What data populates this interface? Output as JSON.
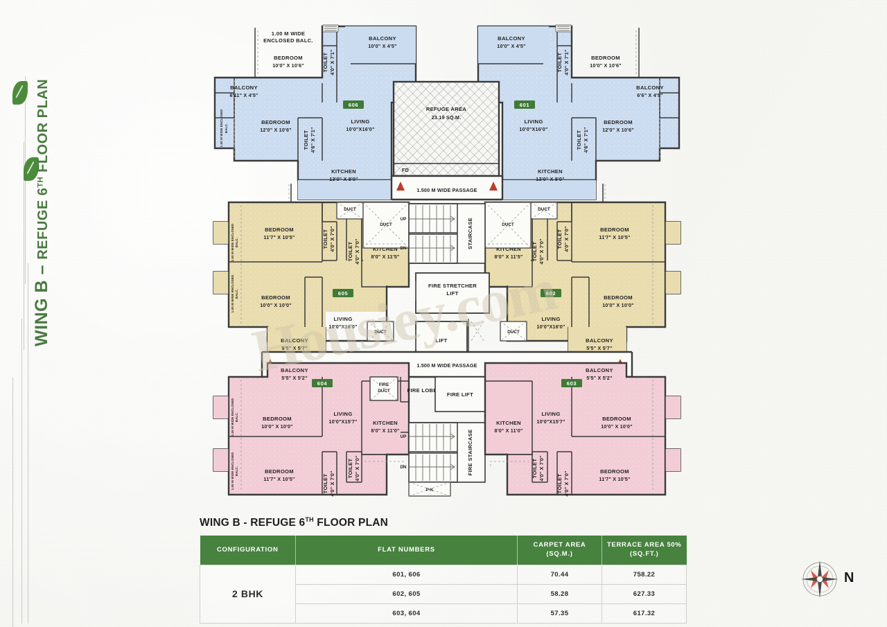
{
  "page": {
    "wing_title_main": "WING B",
    "wing_title_dash": " – ",
    "wing_title_sub_pre": "REFUGE 6",
    "wing_title_sup": "TH",
    "wing_title_sub_post": " FLOOR PLAN",
    "watermark": "Housiey.com",
    "accent_green": "#47823f",
    "flat_blue": "#ccdcf0",
    "flat_cream": "#e9dcae",
    "flat_pink": "#f2cdd6"
  },
  "compass": {
    "label": "N"
  },
  "plan": {
    "refuge": {
      "label": "REFUGE AREA",
      "area": "23.19 SQ.M."
    },
    "passage_top": "1.500 M  WIDE PASSAGE",
    "passage_mid": "1.500 M  WIDE PASSAGE",
    "fd_label": "FD",
    "core": {
      "staircase": "STAIRCASE",
      "up": "UP",
      "dn": "DN",
      "fire_stretcher_lift": "FIRE STRETCHER\nLIFT",
      "lift": "LIFT",
      "fire_lift": "FIRE LIFT",
      "fire_lobby": "FIRE LOBBY",
      "fire_staircase": "FIRE STAIRCASE",
      "fire_duct": "FIRE\nDUCT",
      "duct": "DUCT",
      "pk": "P-K",
      "up2": "UP",
      "dn2": "DN"
    },
    "flats": [
      {
        "number": "606",
        "color": "blue",
        "rooms": [
          {
            "name": "1.00 M WIDE\nENCLOSED BALC.",
            "dim": ""
          },
          {
            "name": "BEDROOM",
            "dim": "10'0\" X 10'6\""
          },
          {
            "name": "TOILET",
            "dim": "4'0\" X 7'1\""
          },
          {
            "name": "BALCONY",
            "dim": "10'0\" X 4'5\""
          },
          {
            "name": "BALCONY",
            "dim": "6'11\" X 4'5\""
          },
          {
            "name": "1.00 M WIDE ENCLOSED BALC.",
            "dim": ""
          },
          {
            "name": "BEDROOM",
            "dim": "12'0\" X 10'6\""
          },
          {
            "name": "TOILET",
            "dim": "4'6\" X 7'1\""
          },
          {
            "name": "LIVING",
            "dim": "10'0\"X16'0\""
          },
          {
            "name": "KITCHEN",
            "dim": "13'0\" X 8'0\""
          }
        ]
      },
      {
        "number": "601",
        "color": "blue",
        "rooms": [
          {
            "name": "BALCONY",
            "dim": "10'0\" X 4'5\""
          },
          {
            "name": "TOILET",
            "dim": "4'0\" X 7'1\""
          },
          {
            "name": "BEDROOM",
            "dim": "10'0\" X 10'6\""
          },
          {
            "name": "BALCONY",
            "dim": "6'6\" X 4'5\""
          },
          {
            "name": "LIVING",
            "dim": "10'0\"X16'0\""
          },
          {
            "name": "TOILET",
            "dim": "4'6\" X 7'1\""
          },
          {
            "name": "BEDROOM",
            "dim": "12'0\" X 10'6\""
          },
          {
            "name": "KITCHEN",
            "dim": "13'0\" X 8'0\""
          }
        ]
      },
      {
        "number": "605",
        "color": "cream",
        "rooms": [
          {
            "name": "1.00 M WIDE ENCLOSED BALC.",
            "dim": ""
          },
          {
            "name": "BEDROOM",
            "dim": "11'7\" X 10'5\""
          },
          {
            "name": "TOILET",
            "dim": "4'0\" X 7'0\""
          },
          {
            "name": "TOILET",
            "dim": "4'0\" X 7'0\""
          },
          {
            "name": "1.00 M WIDE ENCLOSED BALC.",
            "dim": ""
          },
          {
            "name": "BEDROOM",
            "dim": "10'0\" X 10'0\""
          },
          {
            "name": "KITCHEN",
            "dim": "8'0\" X 11'5\""
          },
          {
            "name": "LIVING",
            "dim": "10'0\"X16'0\""
          },
          {
            "name": "BALCONY",
            "dim": "5'5\" X 5'7\""
          }
        ]
      },
      {
        "number": "602",
        "color": "cream",
        "rooms": [
          {
            "name": "TOILET",
            "dim": "4'0\" X 7'0\""
          },
          {
            "name": "TOILET",
            "dim": "4'0\" X 7'0\""
          },
          {
            "name": "BEDROOM",
            "dim": "11'7\" X 10'5\""
          },
          {
            "name": "BEDROOM",
            "dim": "10'0\" X 10'0\""
          },
          {
            "name": "KITCHEN",
            "dim": "8'0\" X 11'5\""
          },
          {
            "name": "LIVING",
            "dim": "10'0\"X16'0\""
          },
          {
            "name": "BALCONY",
            "dim": "5'5\" X 5'7\""
          }
        ]
      },
      {
        "number": "604",
        "color": "pink",
        "rooms": [
          {
            "name": "BALCONY",
            "dim": "5'5\" X 5'2\""
          },
          {
            "name": "1.00 M WIDE ENCLOSED BALC.",
            "dim": ""
          },
          {
            "name": "BEDROOM",
            "dim": "10'0\" X 10'0\""
          },
          {
            "name": "LIVING",
            "dim": "10'0\"X15'7\""
          },
          {
            "name": "KITCHEN",
            "dim": "8'0\" X 11'0\""
          },
          {
            "name": "1.00 M WIDE ENCLOSED BALC.",
            "dim": ""
          },
          {
            "name": "BEDROOM",
            "dim": "11'7\" X 10'5\""
          },
          {
            "name": "TOILET",
            "dim": "4'0\" X 7'0\""
          },
          {
            "name": "TOILET",
            "dim": "4'0\" X 7'0\""
          }
        ]
      },
      {
        "number": "603",
        "color": "pink",
        "rooms": [
          {
            "name": "BALCONY",
            "dim": "5'5\" X 5'2\""
          },
          {
            "name": "LIVING",
            "dim": "10'0\"X15'7\""
          },
          {
            "name": "KITCHEN",
            "dim": "8'0\" X 11'0\""
          },
          {
            "name": "BEDROOM",
            "dim": "10'0\" X 10'0\""
          },
          {
            "name": "BEDROOM",
            "dim": "11'7\" X 10'5\""
          },
          {
            "name": "TOILET",
            "dim": "4'0\" X 7'0\""
          },
          {
            "name": "TOILET",
            "dim": "4'0\" X 7'0\""
          }
        ]
      }
    ]
  },
  "table": {
    "title_pre": "WING B - REFUGE 6",
    "title_sup": "TH",
    "title_post": " FLOOR PLAN",
    "headers": [
      "CONFIGURATION",
      "FLAT NUMBERS",
      "CARPET AREA\n(SQ.M.)",
      "TERRACE AREA 50%\n(SQ.FT.)"
    ],
    "header_carpet_l1": "CARPET AREA",
    "header_carpet_l2": "(SQ.M.)",
    "header_terrace_l1": "TERRACE AREA 50%",
    "header_terrace_l2": "(SQ.FT.)",
    "header_config": "CONFIGURATION",
    "header_flats": "FLAT NUMBERS",
    "configuration": "2 BHK",
    "rows": [
      {
        "flats": "601, 606",
        "carpet": "70.44",
        "terrace": "758.22"
      },
      {
        "flats": "602, 605",
        "carpet": "58.28",
        "terrace": "627.33"
      },
      {
        "flats": "603, 604",
        "carpet": "57.35",
        "terrace": "617.32"
      }
    ]
  }
}
